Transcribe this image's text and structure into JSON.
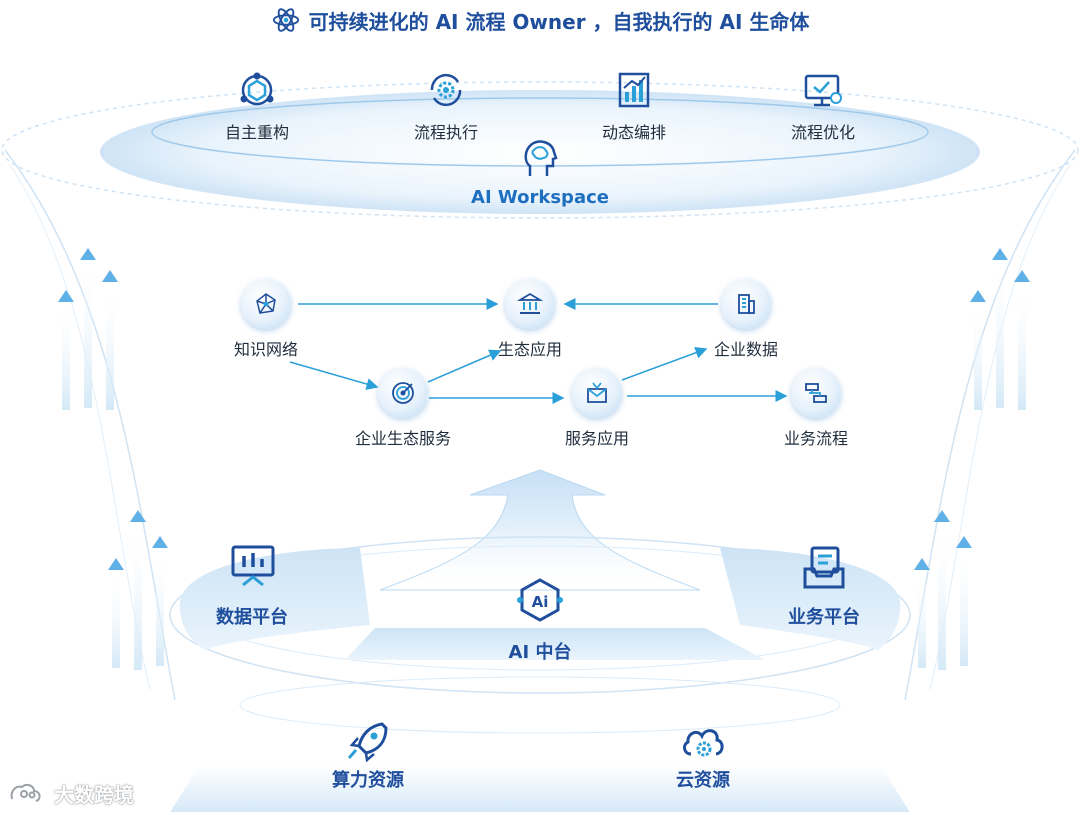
{
  "header": {
    "title": "可持续进化的 AI 流程 Owner ，自我执行的 AI 生命体",
    "icon": "atom-icon"
  },
  "workspace": {
    "label": "AI Workspace",
    "icon": "brain-head-icon",
    "capabilities": [
      {
        "label": "自主重构",
        "icon": "hexagon-nodes-icon"
      },
      {
        "label": "流程执行",
        "icon": "gear-cycle-icon"
      },
      {
        "label": "动态编排",
        "icon": "bar-chart-icon"
      },
      {
        "label": "流程优化",
        "icon": "monitor-check-icon"
      }
    ]
  },
  "ecosystem": {
    "nodes": [
      {
        "label": "知识网络",
        "icon": "network-icon"
      },
      {
        "label": "生态应用",
        "icon": "bank-icon"
      },
      {
        "label": "企业数据",
        "icon": "building-icon"
      },
      {
        "label": "企业生态服务",
        "icon": "target-icon"
      },
      {
        "label": "服务应用",
        "icon": "gift-icon"
      },
      {
        "label": "业务流程",
        "icon": "flow-icon"
      }
    ]
  },
  "platforms": {
    "data": {
      "label": "数据平台",
      "icon": "dashboard-icon"
    },
    "ai": {
      "label": "AI 中台",
      "icon": "ai-chip-icon"
    },
    "business": {
      "label": "业务平台",
      "icon": "inbox-icon"
    }
  },
  "resources": {
    "compute": {
      "label": "算力资源",
      "icon": "rocket-icon"
    },
    "cloud": {
      "label": "云资源",
      "icon": "cloud-gear-icon"
    }
  },
  "watermark": {
    "text": "大数跨境"
  },
  "colors": {
    "primary": "#1f4e9c",
    "accent": "#2a9fd8",
    "light": "#d6eaf8"
  }
}
